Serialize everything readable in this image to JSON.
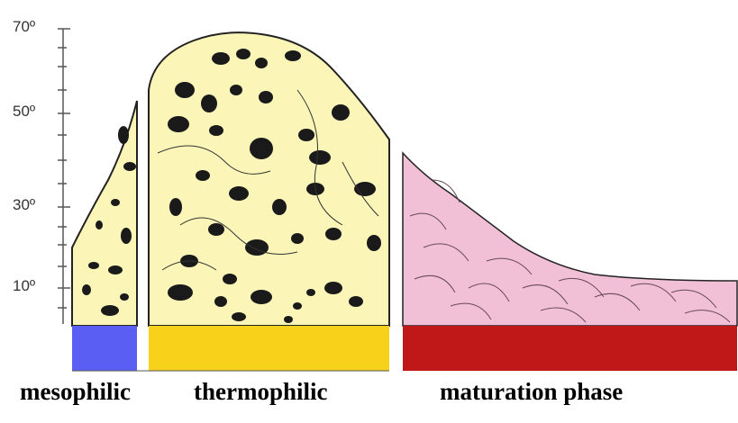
{
  "axis": {
    "ticks": [
      {
        "label": "70º",
        "value": 70
      },
      {
        "label": "50º",
        "value": 50
      },
      {
        "label": "30º",
        "value": 30
      },
      {
        "label": "10º",
        "value": 10
      }
    ]
  },
  "phases": [
    {
      "label": "mesophilic",
      "color": "#5b5ef2"
    },
    {
      "label": "thermophilic",
      "color": "#f8d21a"
    },
    {
      "label": "maturation phase",
      "color": "#c01818"
    }
  ],
  "fills": {
    "compost": "#fbf6b8",
    "matured": "#f1bfd6",
    "outline": "#222222"
  }
}
